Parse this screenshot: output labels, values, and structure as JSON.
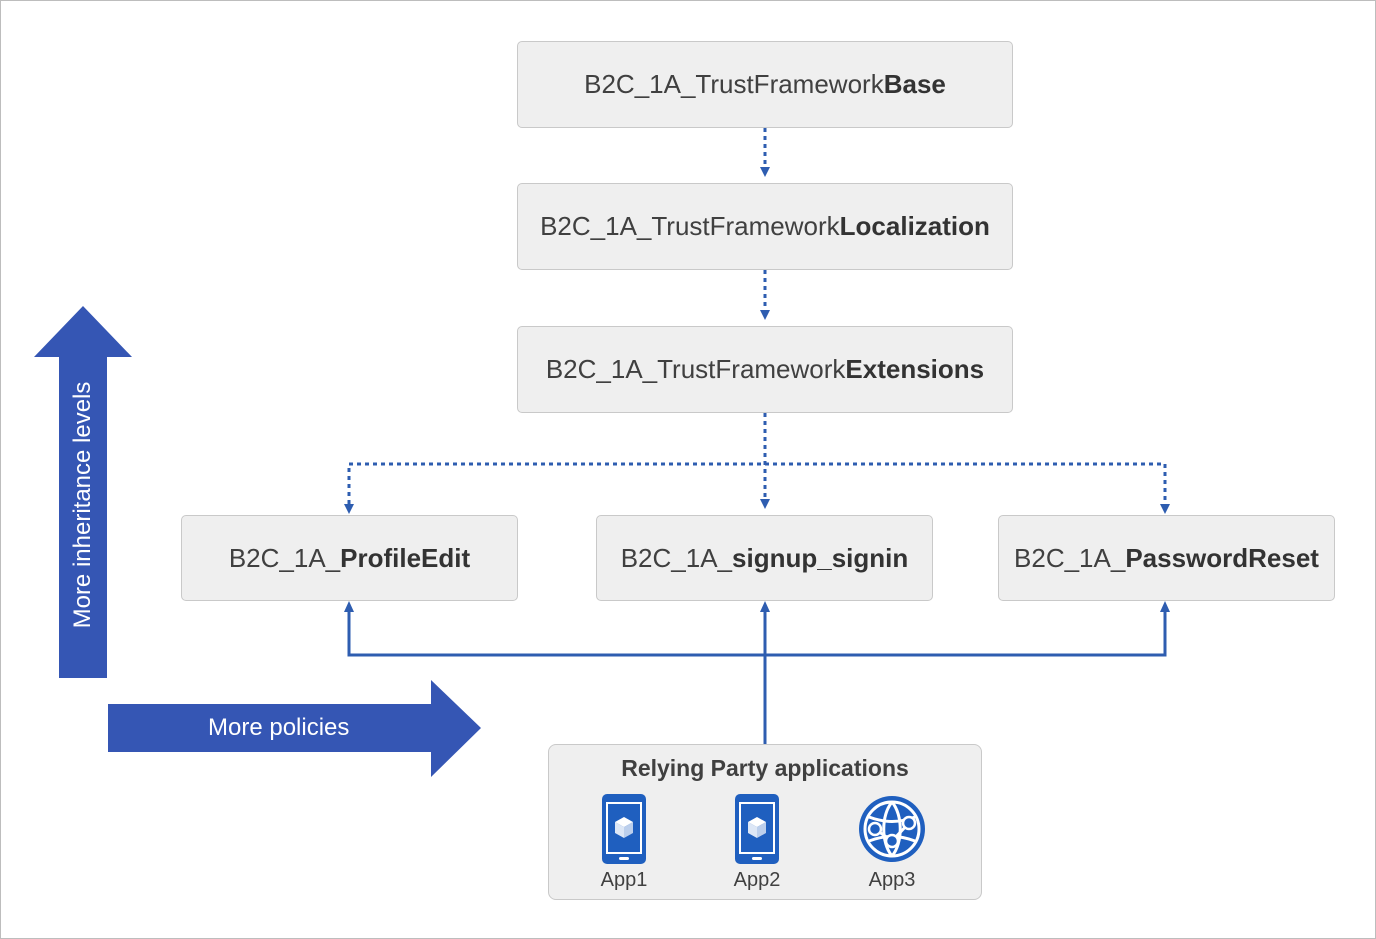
{
  "policies": {
    "base": {
      "prefix": "B2C_1A_TrustFramework",
      "suffix": "Base"
    },
    "localization": {
      "prefix": "B2C_1A_TrustFramework",
      "suffix": "Localization"
    },
    "extensions": {
      "prefix": "B2C_1A_TrustFramework",
      "suffix": "Extensions"
    },
    "profile_edit": {
      "prefix": "B2C_1A_",
      "suffix": "ProfileEdit"
    },
    "signup_signin": {
      "prefix": "B2C_1A_",
      "suffix": "signup_signin"
    },
    "password_reset": {
      "prefix": "B2C_1A_",
      "suffix": "PasswordReset"
    }
  },
  "relying_party": {
    "title": "Relying Party applications",
    "apps": [
      {
        "label": "App1",
        "icon": "mobile-app-icon"
      },
      {
        "label": "App2",
        "icon": "mobile-app-icon"
      },
      {
        "label": "App3",
        "icon": "web-app-globe-icon"
      }
    ]
  },
  "arrows": {
    "vertical_label": "More inheritance levels",
    "horizontal_label": "More policies"
  },
  "colors": {
    "arrow_fill": "#3556b4",
    "connector": "#2e5db0",
    "box_fill": "#efefef",
    "box_border": "#c9c9c9",
    "icon_blue": "#1f5fbf"
  }
}
